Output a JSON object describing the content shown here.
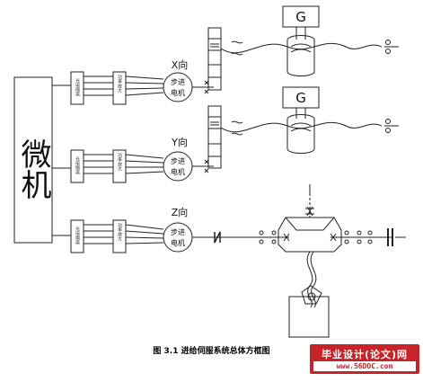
{
  "computer": {
    "label": "微机"
  },
  "driver_label": "光电隔离",
  "amplifier_label": "功率放大",
  "motor_label_line1": "步进",
  "motor_label_line2": "电机",
  "axes": [
    {
      "label": "X向"
    },
    {
      "label": "Y向"
    },
    {
      "label": "Z向"
    }
  ],
  "grinder_label": "G",
  "caption": "图 3.1 进给伺服系统总体方框图",
  "watermark": {
    "title": "毕业设计(论文)网",
    "url": "www.56DOC.com"
  }
}
